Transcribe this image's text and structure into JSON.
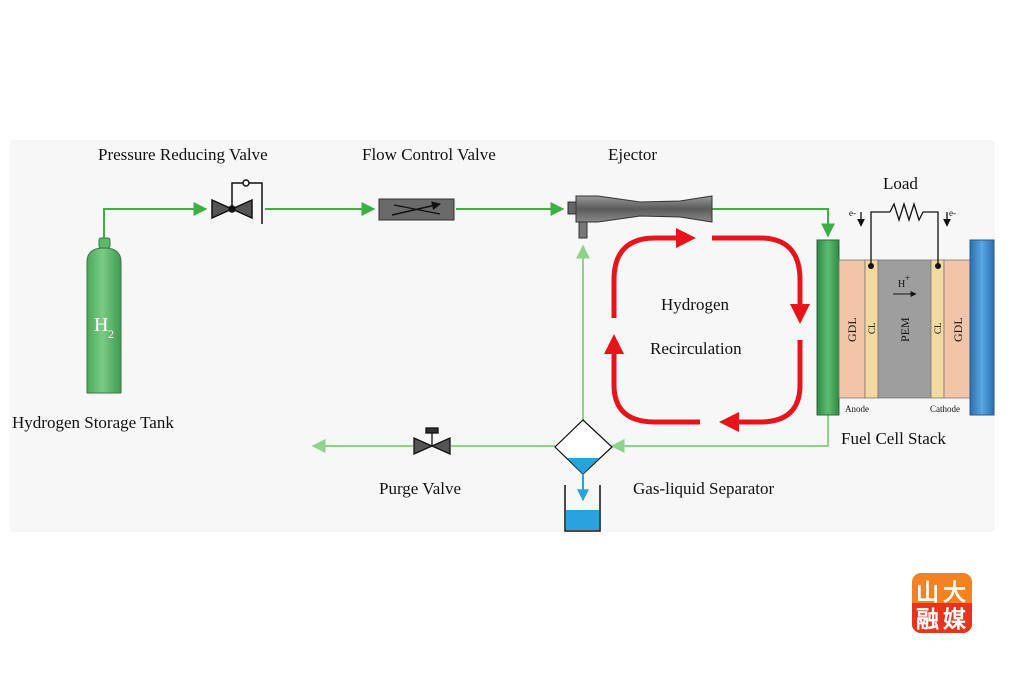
{
  "labels": {
    "pressure_reducing_valve": "Pressure Reducing Valve",
    "flow_control_valve": "Flow Control Valve",
    "ejector": "Ejector",
    "load": "Load",
    "hydrogen_storage_tank": "Hydrogen Storage Tank",
    "tank_symbol": "H",
    "tank_subscript": "2",
    "hydrogen": "Hydrogen",
    "recirculation": "Recirculation",
    "purge_valve": "Purge Valve",
    "gas_liquid_separator": "Gas-liquid Separator",
    "fuel_cell_stack": "Fuel Cell Stack",
    "anode": "Anode",
    "cathode": "Cathode",
    "gdl_left": "GDL",
    "cl_left": "CL",
    "pem": "PEM",
    "cl_right": "CL",
    "gdl_right": "GDL",
    "proton": "H",
    "proton_charge": "+",
    "electron_left": "e-",
    "electron_right": "e-"
  },
  "logo": {
    "char1": "山",
    "char2": "大",
    "char3": "融",
    "char4": "媒"
  },
  "colors": {
    "background_panel": "#f7f7f7",
    "flow_line": "#3cb043",
    "return_line": "#8fd28a",
    "recirculation_arrow": "#e8141c",
    "tank": "#5cb868",
    "anode_plate": "#3d9a52",
    "cathode_plate": "#3a86c8",
    "gdl": "#f2c5a8",
    "cl": "#f2d9a0",
    "pem": "#9e9e9e",
    "water": "#29a3e0",
    "logo_orange": "#f58220",
    "logo_red": "#e8341c"
  }
}
